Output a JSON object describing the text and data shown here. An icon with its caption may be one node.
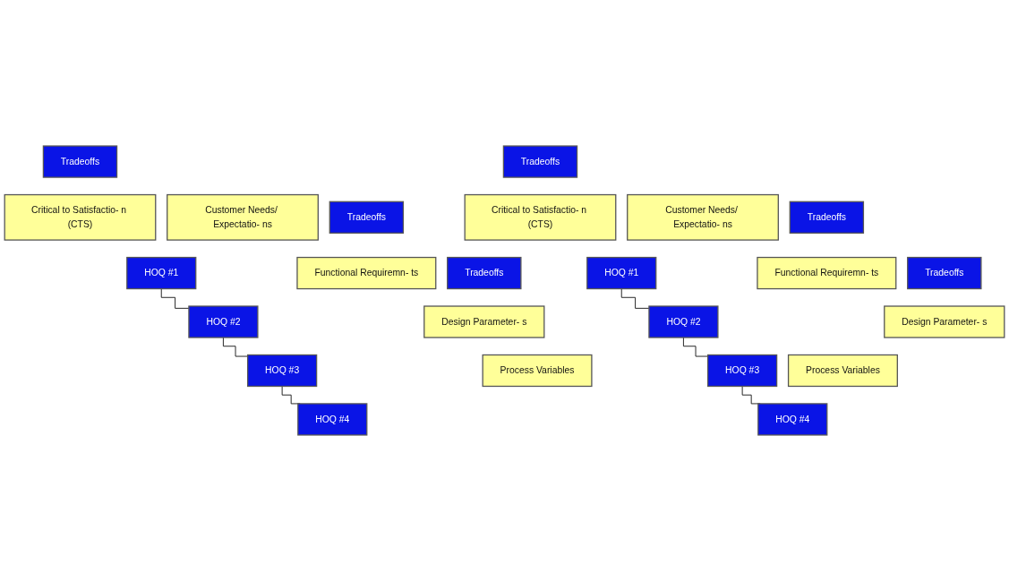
{
  "diagram": {
    "nodes": [
      {
        "text": [
          "Tradeoffs"
        ]
      },
      {
        "text": [
          "Critical to Satisfactio- n (CTS)"
        ]
      },
      {
        "text": [
          "Customer Needs/ Expectatio- ns"
        ]
      },
      {
        "text": [
          "HOQ #1"
        ]
      },
      {
        "text": [
          "Tradeoffs"
        ]
      },
      {
        "text": [
          "Functional Requiremn- ts"
        ]
      },
      {
        "text": [
          "HOQ #2"
        ]
      },
      {
        "text": [
          "Tradeoffs"
        ]
      },
      {
        "text": [
          "Design Parameter- s"
        ]
      },
      {
        "text": [
          "HOQ #3"
        ]
      },
      {
        "text": [
          "Process Variables"
        ]
      },
      {
        "text": [
          "HOQ #4"
        ]
      },
      {
        "text": [
          "Tradeoffs"
        ]
      },
      {
        "text": [
          "Critical to Satisfactio- n (CTS)"
        ]
      },
      {
        "text": [
          "Customer Needs/ Expectatio- ns"
        ]
      },
      {
        "text": [
          "HOQ #1"
        ]
      },
      {
        "text": [
          "Tradeoffs"
        ]
      },
      {
        "text": [
          "Functional Requiremn- ts"
        ]
      },
      {
        "text": [
          "HOQ #2"
        ]
      },
      {
        "text": [
          "Tradeoffs"
        ]
      },
      {
        "text": [
          "Design Parameter- s"
        ]
      },
      {
        "text": [
          "HOQ #3"
        ]
      },
      {
        "text": [
          "Process Variables"
        ]
      },
      {
        "text": [
          "HOQ #4"
        ]
      }
    ],
    "edges": [
      {
        "from": 3,
        "to": 6,
        "arrow": "none"
      },
      {
        "from": 6,
        "to": 9,
        "arrow": "none"
      },
      {
        "from": 9,
        "to": 11,
        "arrow": "none"
      },
      {
        "from": 15,
        "to": 18,
        "arrow": "none"
      },
      {
        "from": 18,
        "to": 21,
        "arrow": "none"
      },
      {
        "from": 21,
        "to": 23,
        "arrow": "none"
      }
    ]
  }
}
